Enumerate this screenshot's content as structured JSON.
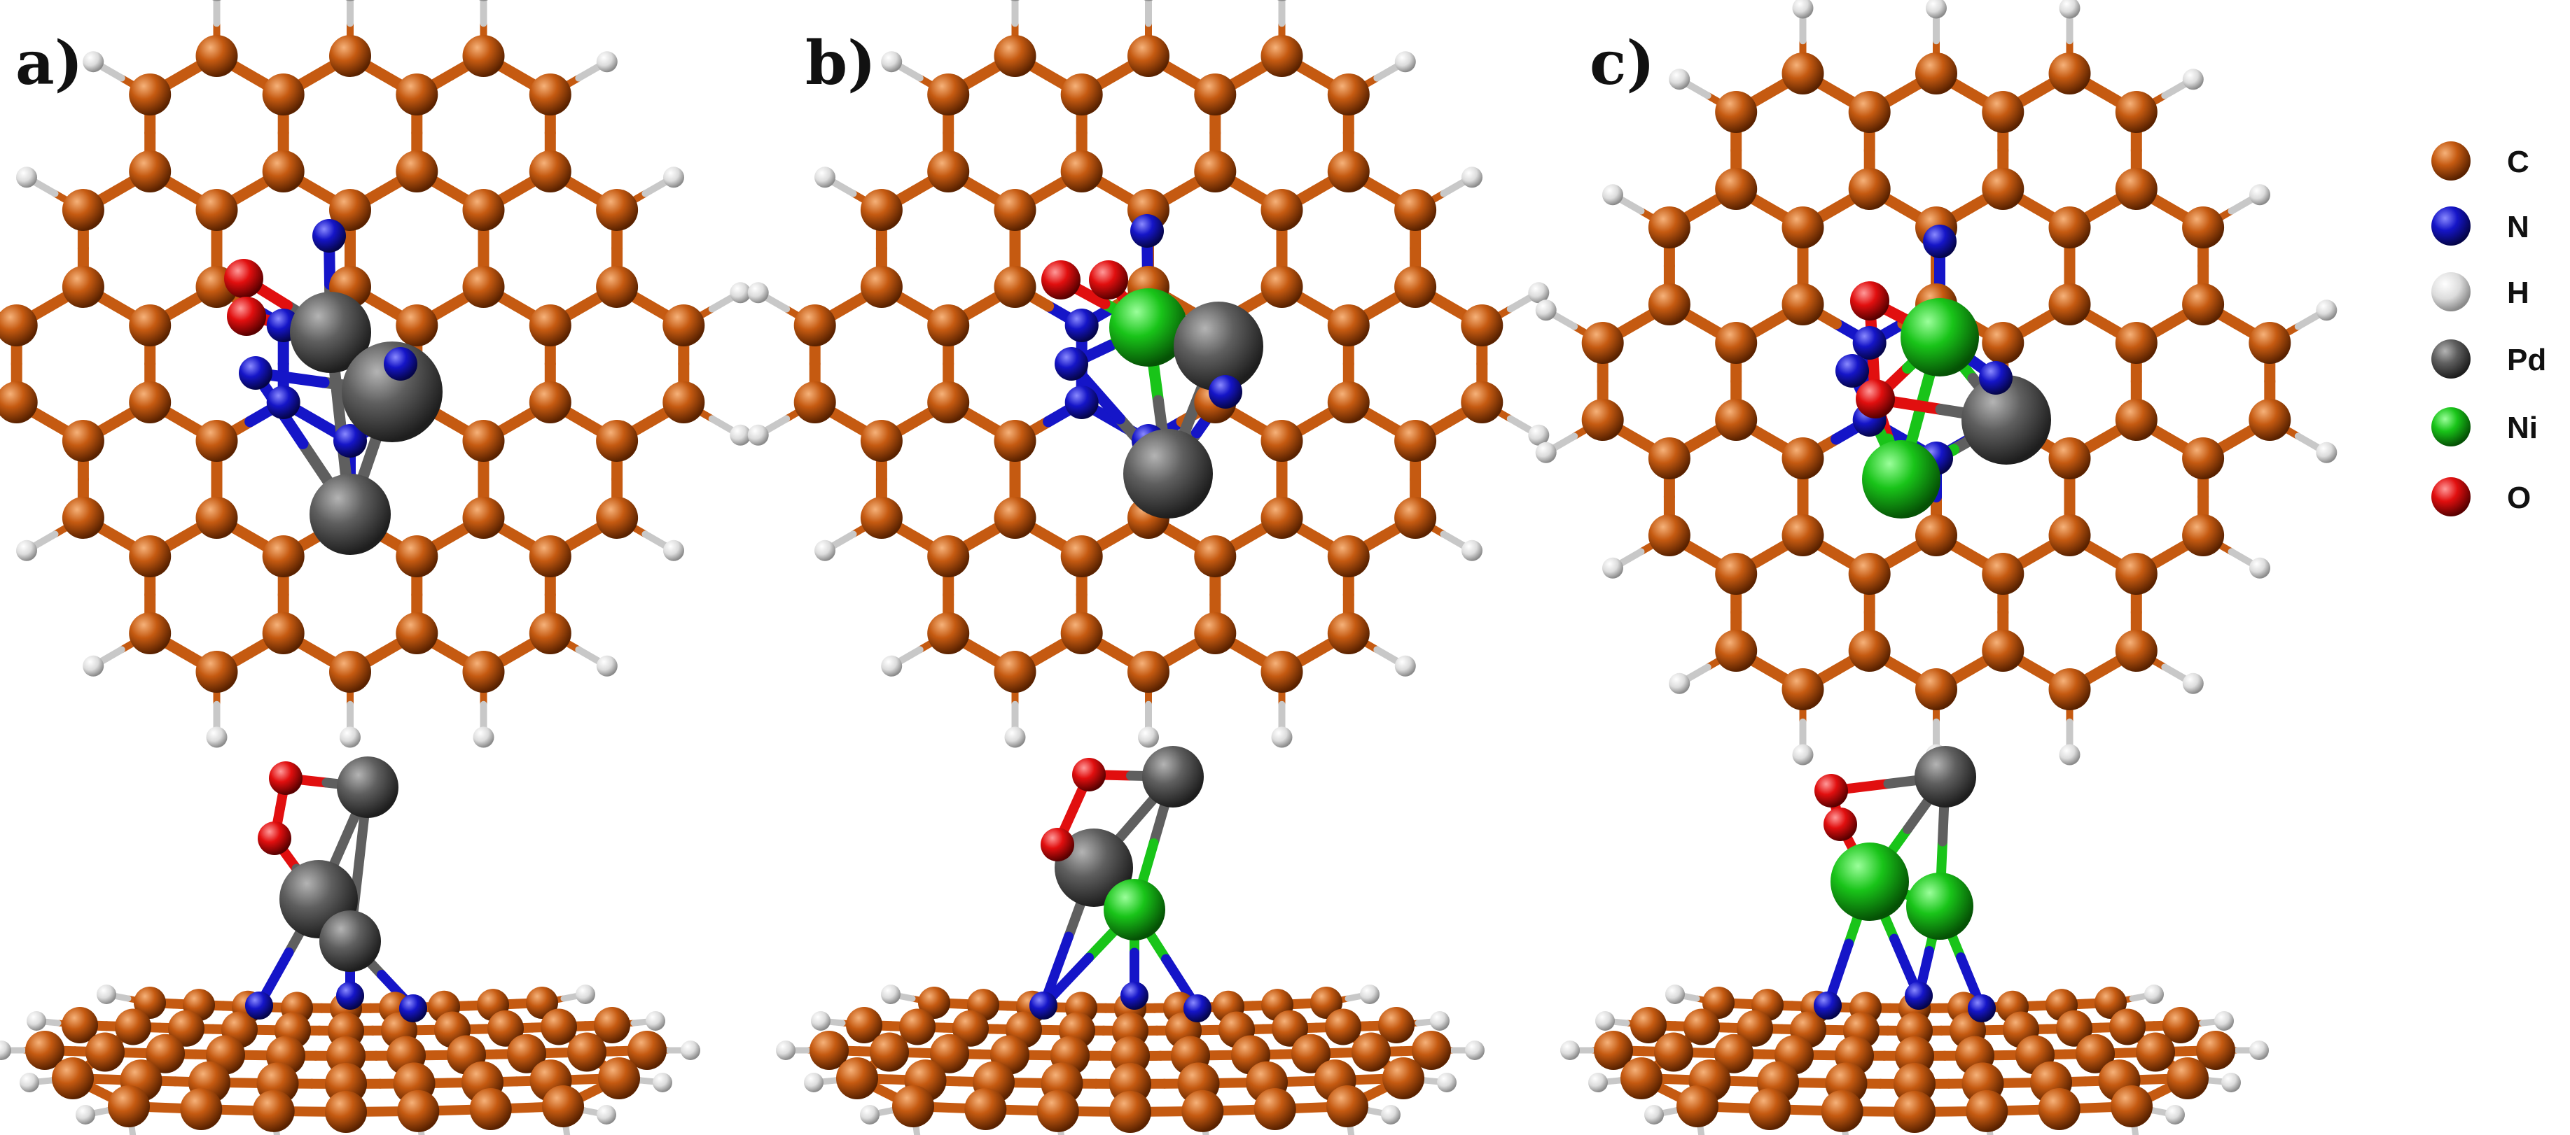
{
  "panels": [
    {
      "label": "a)",
      "top_metals": [
        "Pd",
        "Pd",
        "Pd"
      ],
      "side_metals": [
        "Pd",
        "Pd"
      ]
    },
    {
      "label": "b)",
      "top_metals": [
        "Ni",
        "Pd",
        "Pd"
      ],
      "side_metals": [
        "Pd",
        "Pd",
        "Ni"
      ]
    },
    {
      "label": "c)",
      "top_metals": [
        "Ni",
        "Pd",
        "Ni"
      ],
      "side_metals": [
        "Pd",
        "Ni",
        "Ni"
      ]
    }
  ],
  "legend": [
    {
      "symbol": "C",
      "color": "#c55a11"
    },
    {
      "symbol": "N",
      "color": "#1515c8"
    },
    {
      "symbol": "H",
      "color": "#dcdcdc"
    },
    {
      "symbol": "Pd",
      "color": "#5f5f5f"
    },
    {
      "symbol": "Ni",
      "color": "#19c419"
    },
    {
      "symbol": "O",
      "color": "#e10f0f"
    }
  ]
}
